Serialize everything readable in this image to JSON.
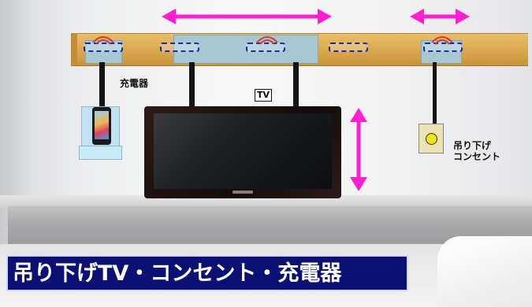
{
  "labels": {
    "charger": "充電器",
    "tv": "TV",
    "outlet": "吊り下げ\nコンセント"
  },
  "title": "吊り下げTV・コンセント・充電器",
  "colors": {
    "arrow": "#ff1fd2",
    "rail": "#d9a84e",
    "title_bg": "#0a1172",
    "slot_border": "#1a2aa8",
    "outlet_light": "#f2e11a"
  },
  "icons": [
    "double-arrow-horizontal",
    "double-arrow-vertical",
    "wireless-signal",
    "smartphone",
    "power-outlet"
  ]
}
